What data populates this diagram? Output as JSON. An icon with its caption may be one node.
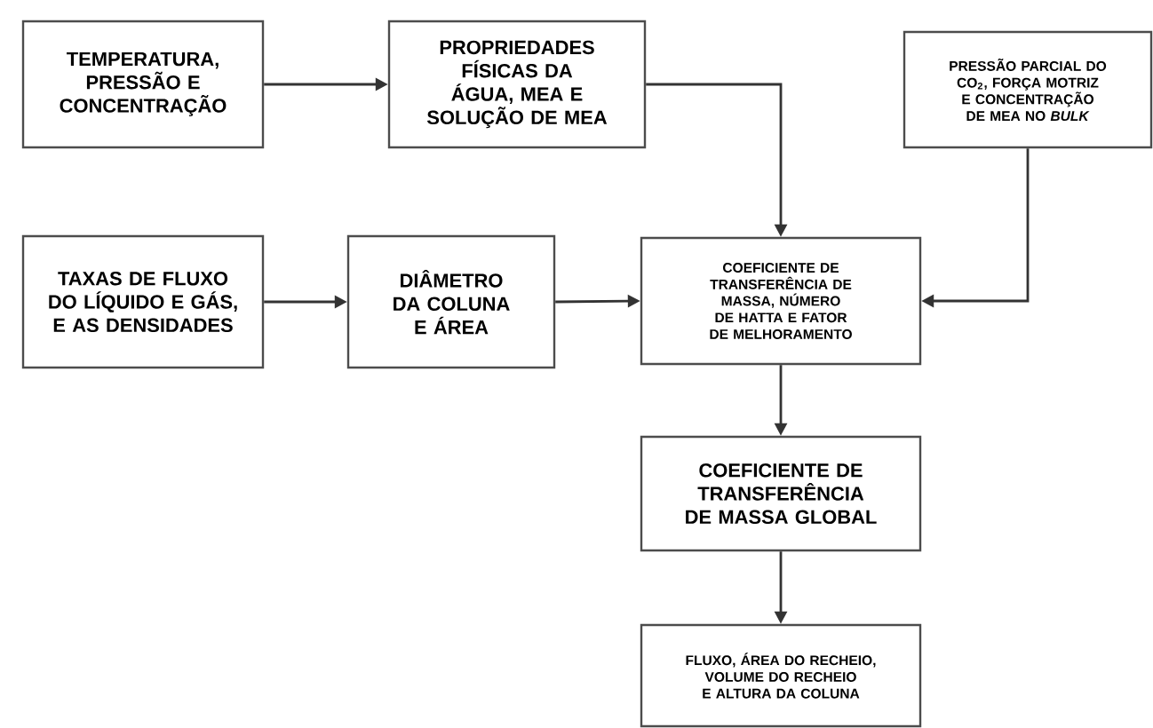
{
  "diagram": {
    "nodes": [
      {
        "text": [
          "TEMPERATURA, PRESSÃO E CONCENTRAÇÃO"
        ]
      },
      {
        "text": [
          "PROPRIEDADES FÍSICAS DA ÁGUA, MEA E SOLUÇÃO DE MEA"
        ]
      },
      {
        "text": [
          "PRESSÃO PARCIAL DO CO$_{2}$, FORÇA MOTRIZ E CONCENTRAÇÃO DE MEA NO *BULK*"
        ]
      },
      {
        "text": [
          "TAXAS DE FLUXO DO LÍQUIDO E GÁS, E AS DENSIDADES"
        ]
      },
      {
        "text": [
          "DIÂMETRO DA COLUNA E ÁREA"
        ]
      },
      {
        "text": [
          "COEFICIENTE DE TRANSFERÊNCIA DE MASSA, NÚMERO DE HATTA E FATOR DE MELHORAMENTO"
        ]
      },
      {
        "text": [
          "COEFICIENTE DE TRANSFERÊNCIA DE MASSA GLOBAL"
        ]
      },
      {
        "text": [
          "FLUXO, ÁREA DO RECHEIO, VOLUME DO RECHEIO E ALTURA DA COLUNA"
        ]
      }
    ],
    "edges": [
      {
        "from": 0,
        "to": 1,
        "arrow": "to"
      },
      {
        "from": 1,
        "to": 5,
        "arrow": "to"
      },
      {
        "from": 2,
        "to": 5,
        "arrow": "to"
      },
      {
        "from": 3,
        "to": 4,
        "arrow": "to"
      },
      {
        "from": 4,
        "to": 5,
        "arrow": "to"
      },
      {
        "from": 5,
        "to": 6,
        "arrow": "to"
      },
      {
        "from": 6,
        "to": 7,
        "arrow": "to"
      }
    ]
  }
}
